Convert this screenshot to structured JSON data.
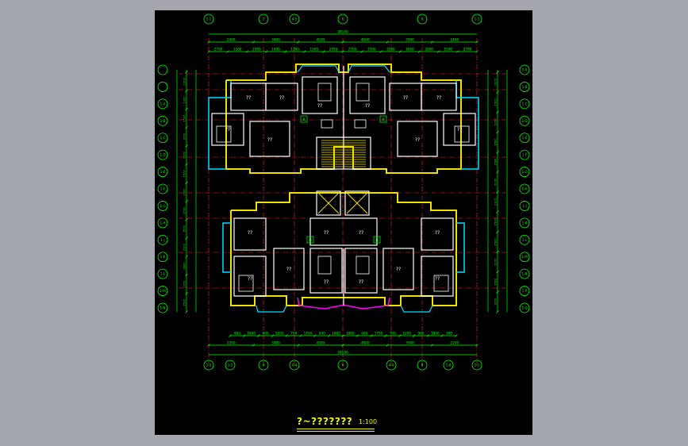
{
  "drawing": {
    "title": "?~???????",
    "scale": "1:100",
    "colors": {
      "background": "#000000",
      "window_bg": "#a3a6ad",
      "dimension": "#00ff00",
      "wall": "#ffffff",
      "outer_wall": "#f0e000",
      "axis": "#ff2020",
      "cyan": "#00e0ff",
      "magenta": "#ff00ff"
    },
    "top_axes": [
      "1-1",
      "2",
      "4-5",
      "6",
      "8",
      "1-1"
    ],
    "bottom_axes": [
      "1-1",
      "1-2",
      "4",
      "4-4",
      "6",
      "4-4",
      "8",
      "1-8",
      "1-1"
    ],
    "left_axes": [
      "",
      "",
      "1-A",
      "1-B",
      "1-C",
      "1-D",
      "1-E",
      "1-F",
      "1-G",
      "1-H",
      "1-J",
      "1-K",
      "1-L",
      "1-M",
      "1-N"
    ],
    "right_axes": [
      "1-A",
      "1-B",
      "1-C",
      "1-D",
      "1-E",
      "1-F",
      "1-G",
      "1-H",
      "1-J",
      "1-K",
      "1-L",
      "1-M",
      "1-N",
      "1-P",
      "1-Q"
    ],
    "top_total": "28100",
    "top_dims_1": [
      "2400",
      "3900",
      "4500",
      "4500",
      "3900",
      "2400"
    ],
    "top_dims_2": [
      "2700",
      "1500",
      "2000",
      "1600",
      "1200",
      "1500",
      "2700",
      "2700",
      "1500",
      "1200",
      "1600",
      "2000",
      "1500",
      "2700"
    ],
    "bottom_total": "28100",
    "bottom_dims_1": [
      "2200",
      "3900",
      "4500",
      "4500",
      "3900",
      "2200"
    ],
    "bottom_dims_2": [
      "900",
      "1800",
      "900",
      "1200",
      "750",
      "1750",
      "900",
      "1800",
      "1800",
      "900",
      "1750",
      "750",
      "1200",
      "900",
      "1800",
      "900"
    ],
    "left_dims": [
      "1200",
      "1200",
      "1500",
      "1200",
      "1500",
      "1500",
      "2000",
      "2000",
      "1500",
      "2100",
      "1800",
      "1200",
      "1500"
    ],
    "right_dims": [
      "1200",
      "1500",
      "1200",
      "1500",
      "1500",
      "2000",
      "3100",
      "1500",
      "1500",
      "2100",
      "1500",
      "1200"
    ],
    "room_labels": [
      "??",
      "??",
      "??",
      "??",
      "??",
      "??",
      "??",
      "??",
      "??",
      "??",
      "??",
      "??",
      "??",
      "??",
      "??",
      "??",
      "??",
      "??",
      "??",
      "??"
    ],
    "unit_tags": [
      "A",
      "A",
      "B",
      "B"
    ]
  }
}
